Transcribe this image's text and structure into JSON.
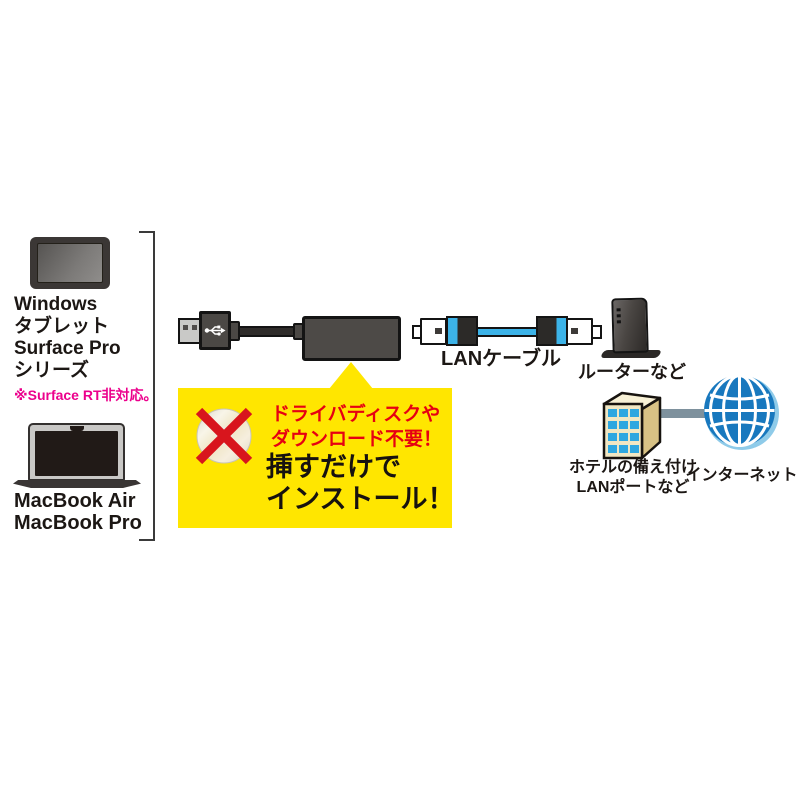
{
  "left_panel": {
    "tablet_lines": [
      "Windows",
      "タブレット",
      "Surface Pro",
      "シリーズ"
    ],
    "tablet_note": "※Surface RT非対応。",
    "laptop_lines": [
      "MacBook Air",
      "MacBook Pro"
    ]
  },
  "callout": {
    "red_lines": [
      "ドライバディスクや",
      "ダウンロード不要！"
    ],
    "black_lines": [
      "挿すだけで",
      "インストール！"
    ]
  },
  "labels": {
    "lan_cable": "LANケーブル",
    "router": "ルーターなど",
    "hotel_lines": [
      "ホテルの備え付け",
      "LANポートなど"
    ],
    "internet": "インターネット"
  },
  "icons": {
    "tablet": "windows-tablet-icon",
    "laptop": "macbook-laptop-icon",
    "usb_adapter": "usb-lan-adapter-icon",
    "cd_crossed": "no-cd-disc-icon",
    "lan_cable": "lan-cable-icon",
    "router": "router-icon",
    "building": "hotel-building-icon",
    "globe": "internet-globe-icon"
  },
  "colors": {
    "callout_yellow": "#ffe600",
    "alert_red": "#e60012",
    "note_pink": "#ec008c",
    "cable_blue": "#3cb3e8",
    "globe_blue": "#1878be",
    "building_face": "#f1e7c3",
    "gray_link": "#7e919d"
  }
}
